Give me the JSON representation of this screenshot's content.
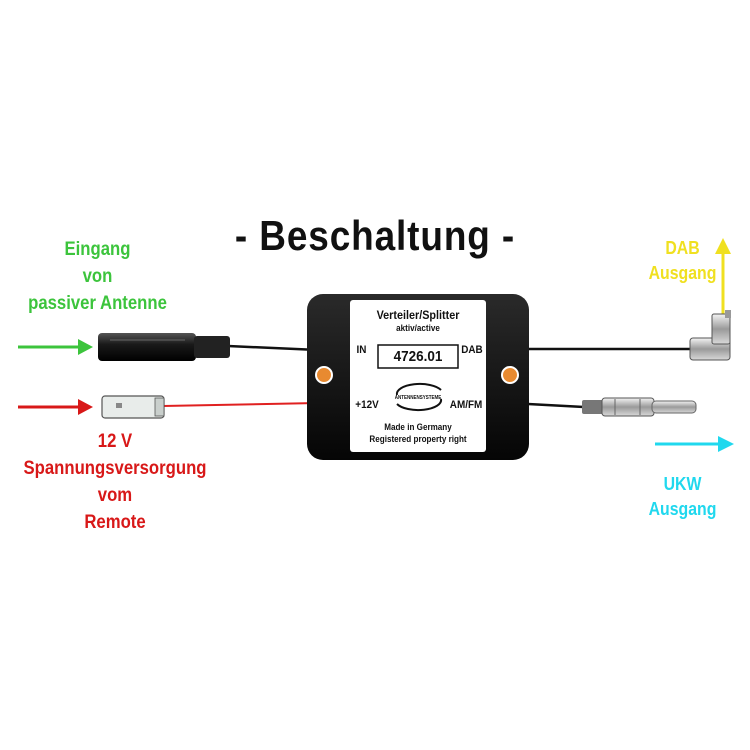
{
  "title": "- Beschaltung -",
  "labels": {
    "input": [
      "Eingang",
      "von",
      "passiver Antenne"
    ],
    "power": [
      "12 V",
      "Spannungsversorgung",
      "vom",
      "Remote"
    ],
    "dab_out": [
      "DAB",
      "Ausgang"
    ],
    "ukw_out": [
      "UKW",
      "Ausgang"
    ]
  },
  "device": {
    "name": "Verteiler/Splitter",
    "subname": "aktiv/active",
    "model": "4726.01",
    "logo_text": "ANTENNENSYSTEME",
    "made_in": "Made in Germany",
    "registered": "Registered property right",
    "port_in": "IN",
    "port_dab": "DAB",
    "port_12v": "+12V",
    "port_amfm": "AM/FM"
  },
  "colors": {
    "input": "#3cc43c",
    "power": "#d81818",
    "dab": "#f0e020",
    "ukw": "#20d8ee"
  }
}
